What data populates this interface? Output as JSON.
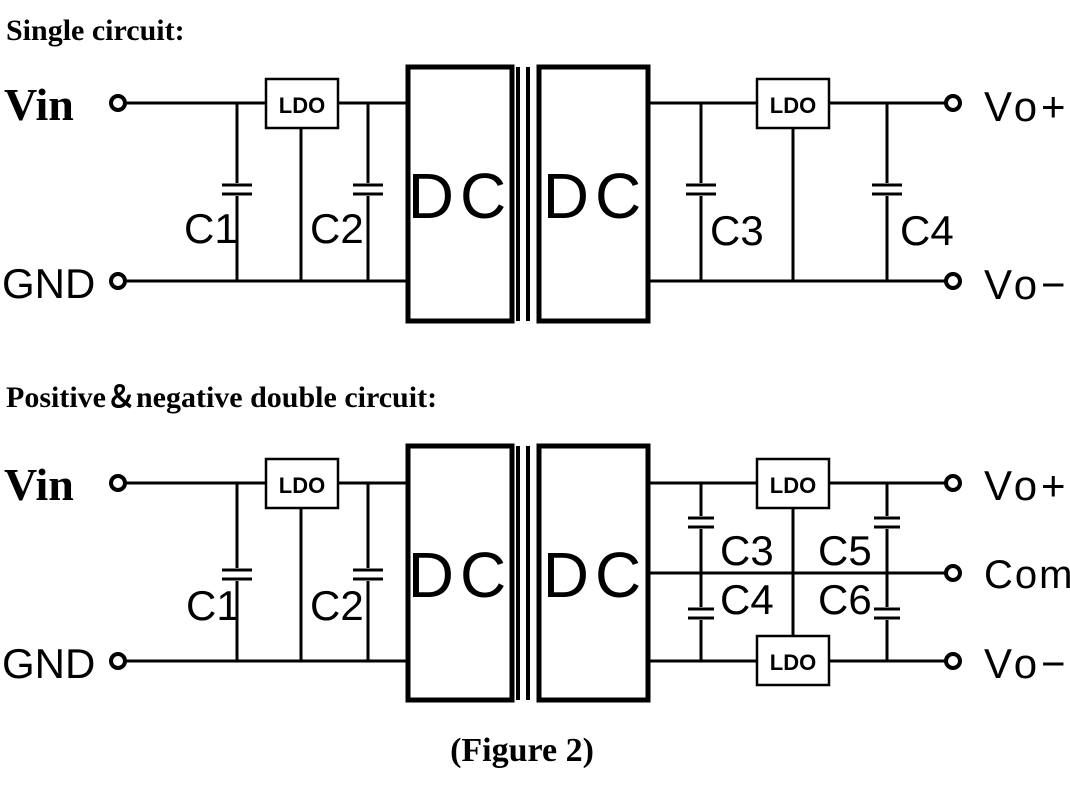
{
  "single": {
    "title": "Single circuit:",
    "vin": "Vin",
    "gnd": "GND",
    "ldo_in": "LDO",
    "ldo_out": "LDO",
    "dc_left": "DC",
    "dc_right": "DC",
    "c1": "C1",
    "c2": "C2",
    "c3": "C3",
    "c4": "C4",
    "vo_plus": "Vo+",
    "vo_minus": "Vo−"
  },
  "double": {
    "title": "Positive＆negative double circuit:",
    "vin": "Vin",
    "gnd": "GND",
    "ldo_in": "LDO",
    "ldo_top": "LDO",
    "ldo_bottom": "LDO",
    "dc_left": "DC",
    "dc_right": "DC",
    "c1": "C1",
    "c2": "C2",
    "c3": "C3",
    "c4": "C4",
    "c5": "C5",
    "c6": "C6",
    "vo_plus": "Vo+",
    "com": "Com",
    "vo_minus": "Vo−"
  },
  "caption": "(Figure 2)"
}
